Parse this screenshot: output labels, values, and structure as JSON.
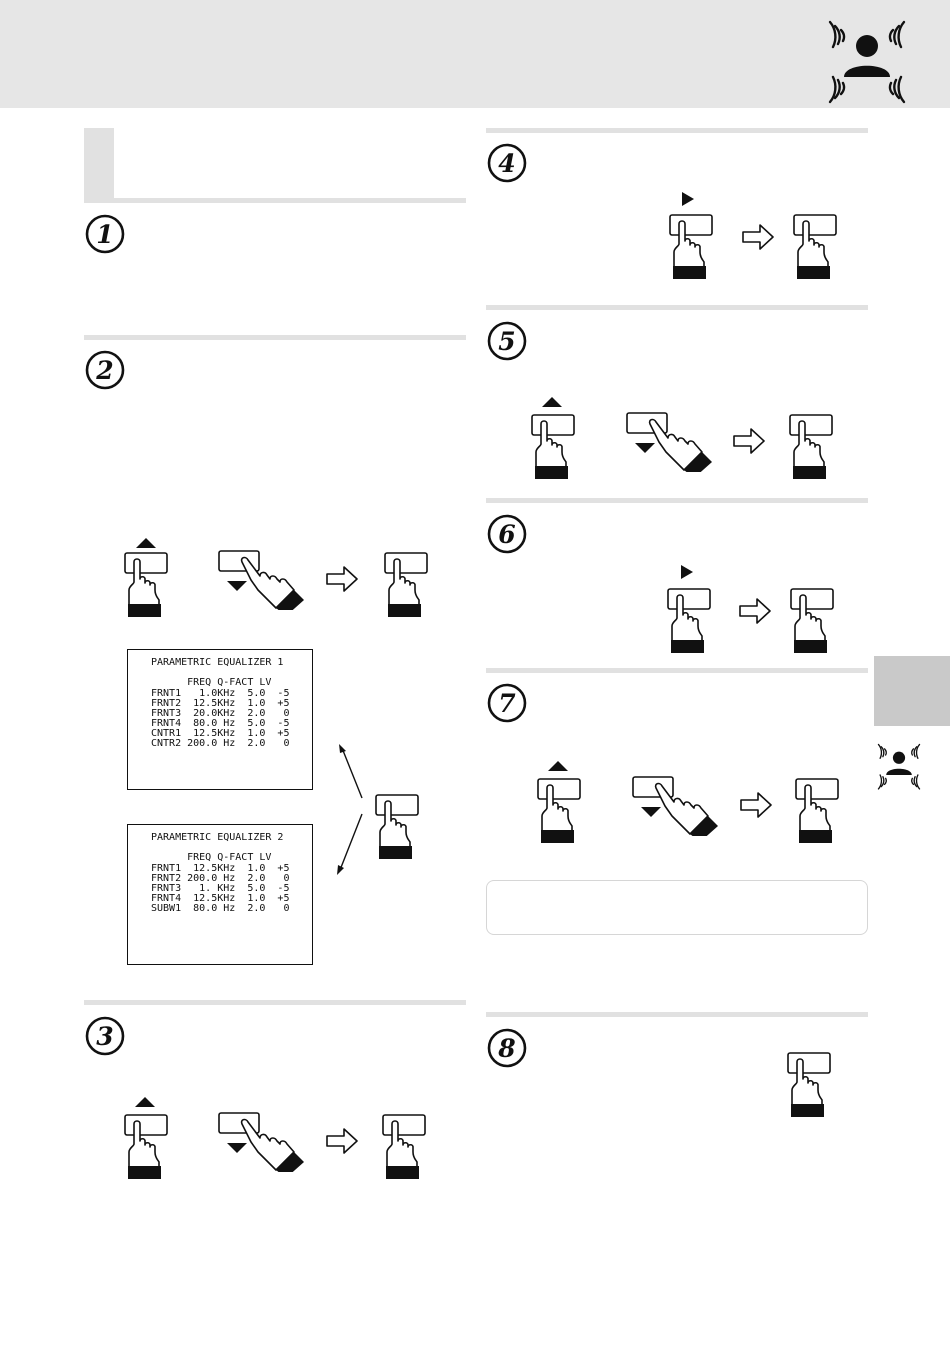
{
  "steps": [
    {
      "number": "1"
    },
    {
      "number": "2"
    },
    {
      "number": "3"
    },
    {
      "number": "4"
    },
    {
      "number": "5"
    },
    {
      "number": "6"
    },
    {
      "number": "7"
    },
    {
      "number": "8"
    }
  ],
  "screen1": {
    "title": "PARAMETRIC EQUALIZER 1",
    "header": "      FREQ Q-FACT LV",
    "rows": [
      "FRNT1   1.0KHz  5.0  -5",
      "FRNT2  12.5KHz  1.0  +5",
      "FRNT3  20.0KHz  2.0   0",
      "FRNT4  80.0 Hz  5.0  -5",
      "CNTR1  12.5KHz  1.0  +5",
      "CNTR2 200.0 Hz  2.0   0"
    ]
  },
  "screen2": {
    "title": "PARAMETRIC EQUALIZER 2",
    "header": "      FREQ Q-FACT LV",
    "rows": [
      "FRNT1  12.5KHz  1.0  +5",
      "FRNT2 200.0 Hz  2.0   0",
      "FRNT3   1. KHz  5.0  -5",
      "FRNT4  12.5KHz  1.0  +5",
      "SUBW1  80.0 Hz  2.0   0"
    ]
  },
  "icons": {
    "header_icon": "person-sound-waves-icon",
    "side_icon": "person-sound-waves-icon",
    "press": "finger-press-button-icon",
    "rotate": "rotary-hand-icon",
    "next": "outline-arrow-right-icon",
    "up": "triangle-up-icon",
    "down": "triangle-down-icon",
    "right": "triangle-right-icon"
  },
  "colors": {
    "header_bg": "#e6e6e6",
    "rule": "#e1e1e1",
    "tab": "#c9c9c9"
  }
}
